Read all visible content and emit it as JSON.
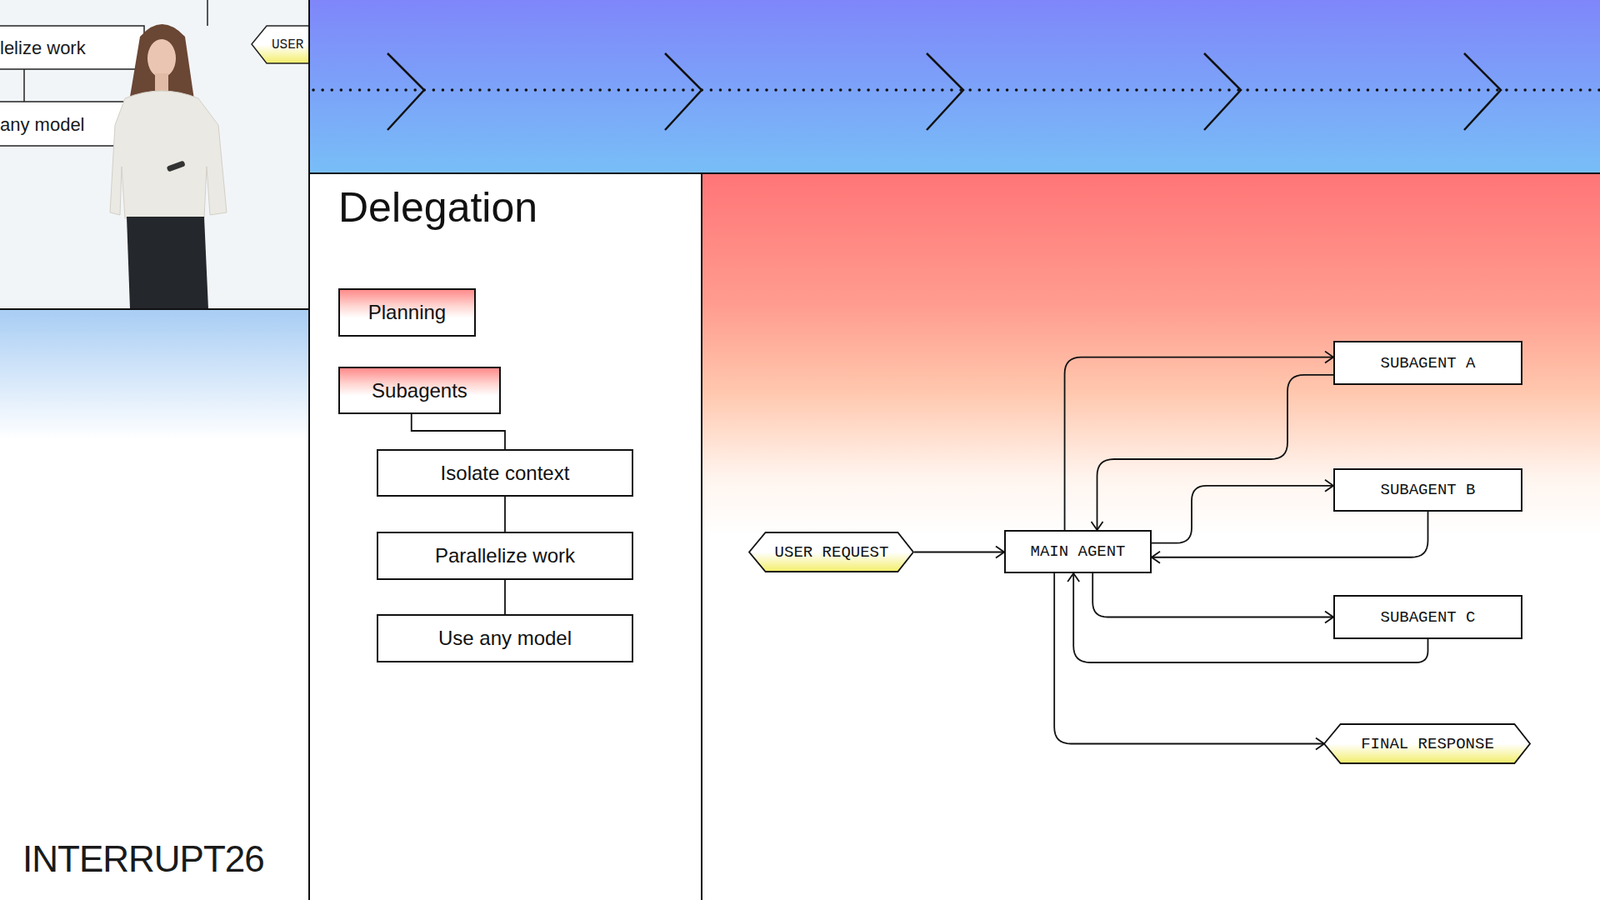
{
  "diagram": {
    "title": "Delegation",
    "nodes": [
      {
        "text": [
          "Planning"
        ]
      },
      {
        "text": [
          "Subagents"
        ]
      },
      {
        "text": [
          "Isolate context"
        ]
      },
      {
        "text": [
          "Parallelize work"
        ]
      },
      {
        "text": [
          "Use any model"
        ]
      },
      {
        "text": [
          "USER REQUEST"
        ]
      },
      {
        "text": [
          "MAIN AGENT"
        ]
      },
      {
        "text": [
          "SUBAGENT A"
        ]
      },
      {
        "text": [
          "SUBAGENT B"
        ]
      },
      {
        "text": [
          "SUBAGENT C"
        ]
      },
      {
        "text": [
          "FINAL RESPONSE"
        ]
      }
    ],
    "edges": [
      {
        "from": 1,
        "to": 2,
        "arrow": "none"
      },
      {
        "from": 2,
        "to": 3,
        "arrow": "none"
      },
      {
        "from": 3,
        "to": 4,
        "arrow": "none"
      },
      {
        "from": 5,
        "to": 6,
        "arrow": "to"
      },
      {
        "from": 6,
        "to": 7,
        "arrow": "to"
      },
      {
        "from": 7,
        "to": 6,
        "arrow": "to"
      },
      {
        "from": 6,
        "to": 8,
        "arrow": "to"
      },
      {
        "from": 8,
        "to": 6,
        "arrow": "to"
      },
      {
        "from": 6,
        "to": 9,
        "arrow": "to"
      },
      {
        "from": 9,
        "to": 6,
        "arrow": "to"
      },
      {
        "from": 6,
        "to": 10,
        "arrow": "to"
      }
    ],
    "labels": [
      "lelize work",
      "any model",
      "USER",
      "INTERRUPT26"
    ]
  }
}
